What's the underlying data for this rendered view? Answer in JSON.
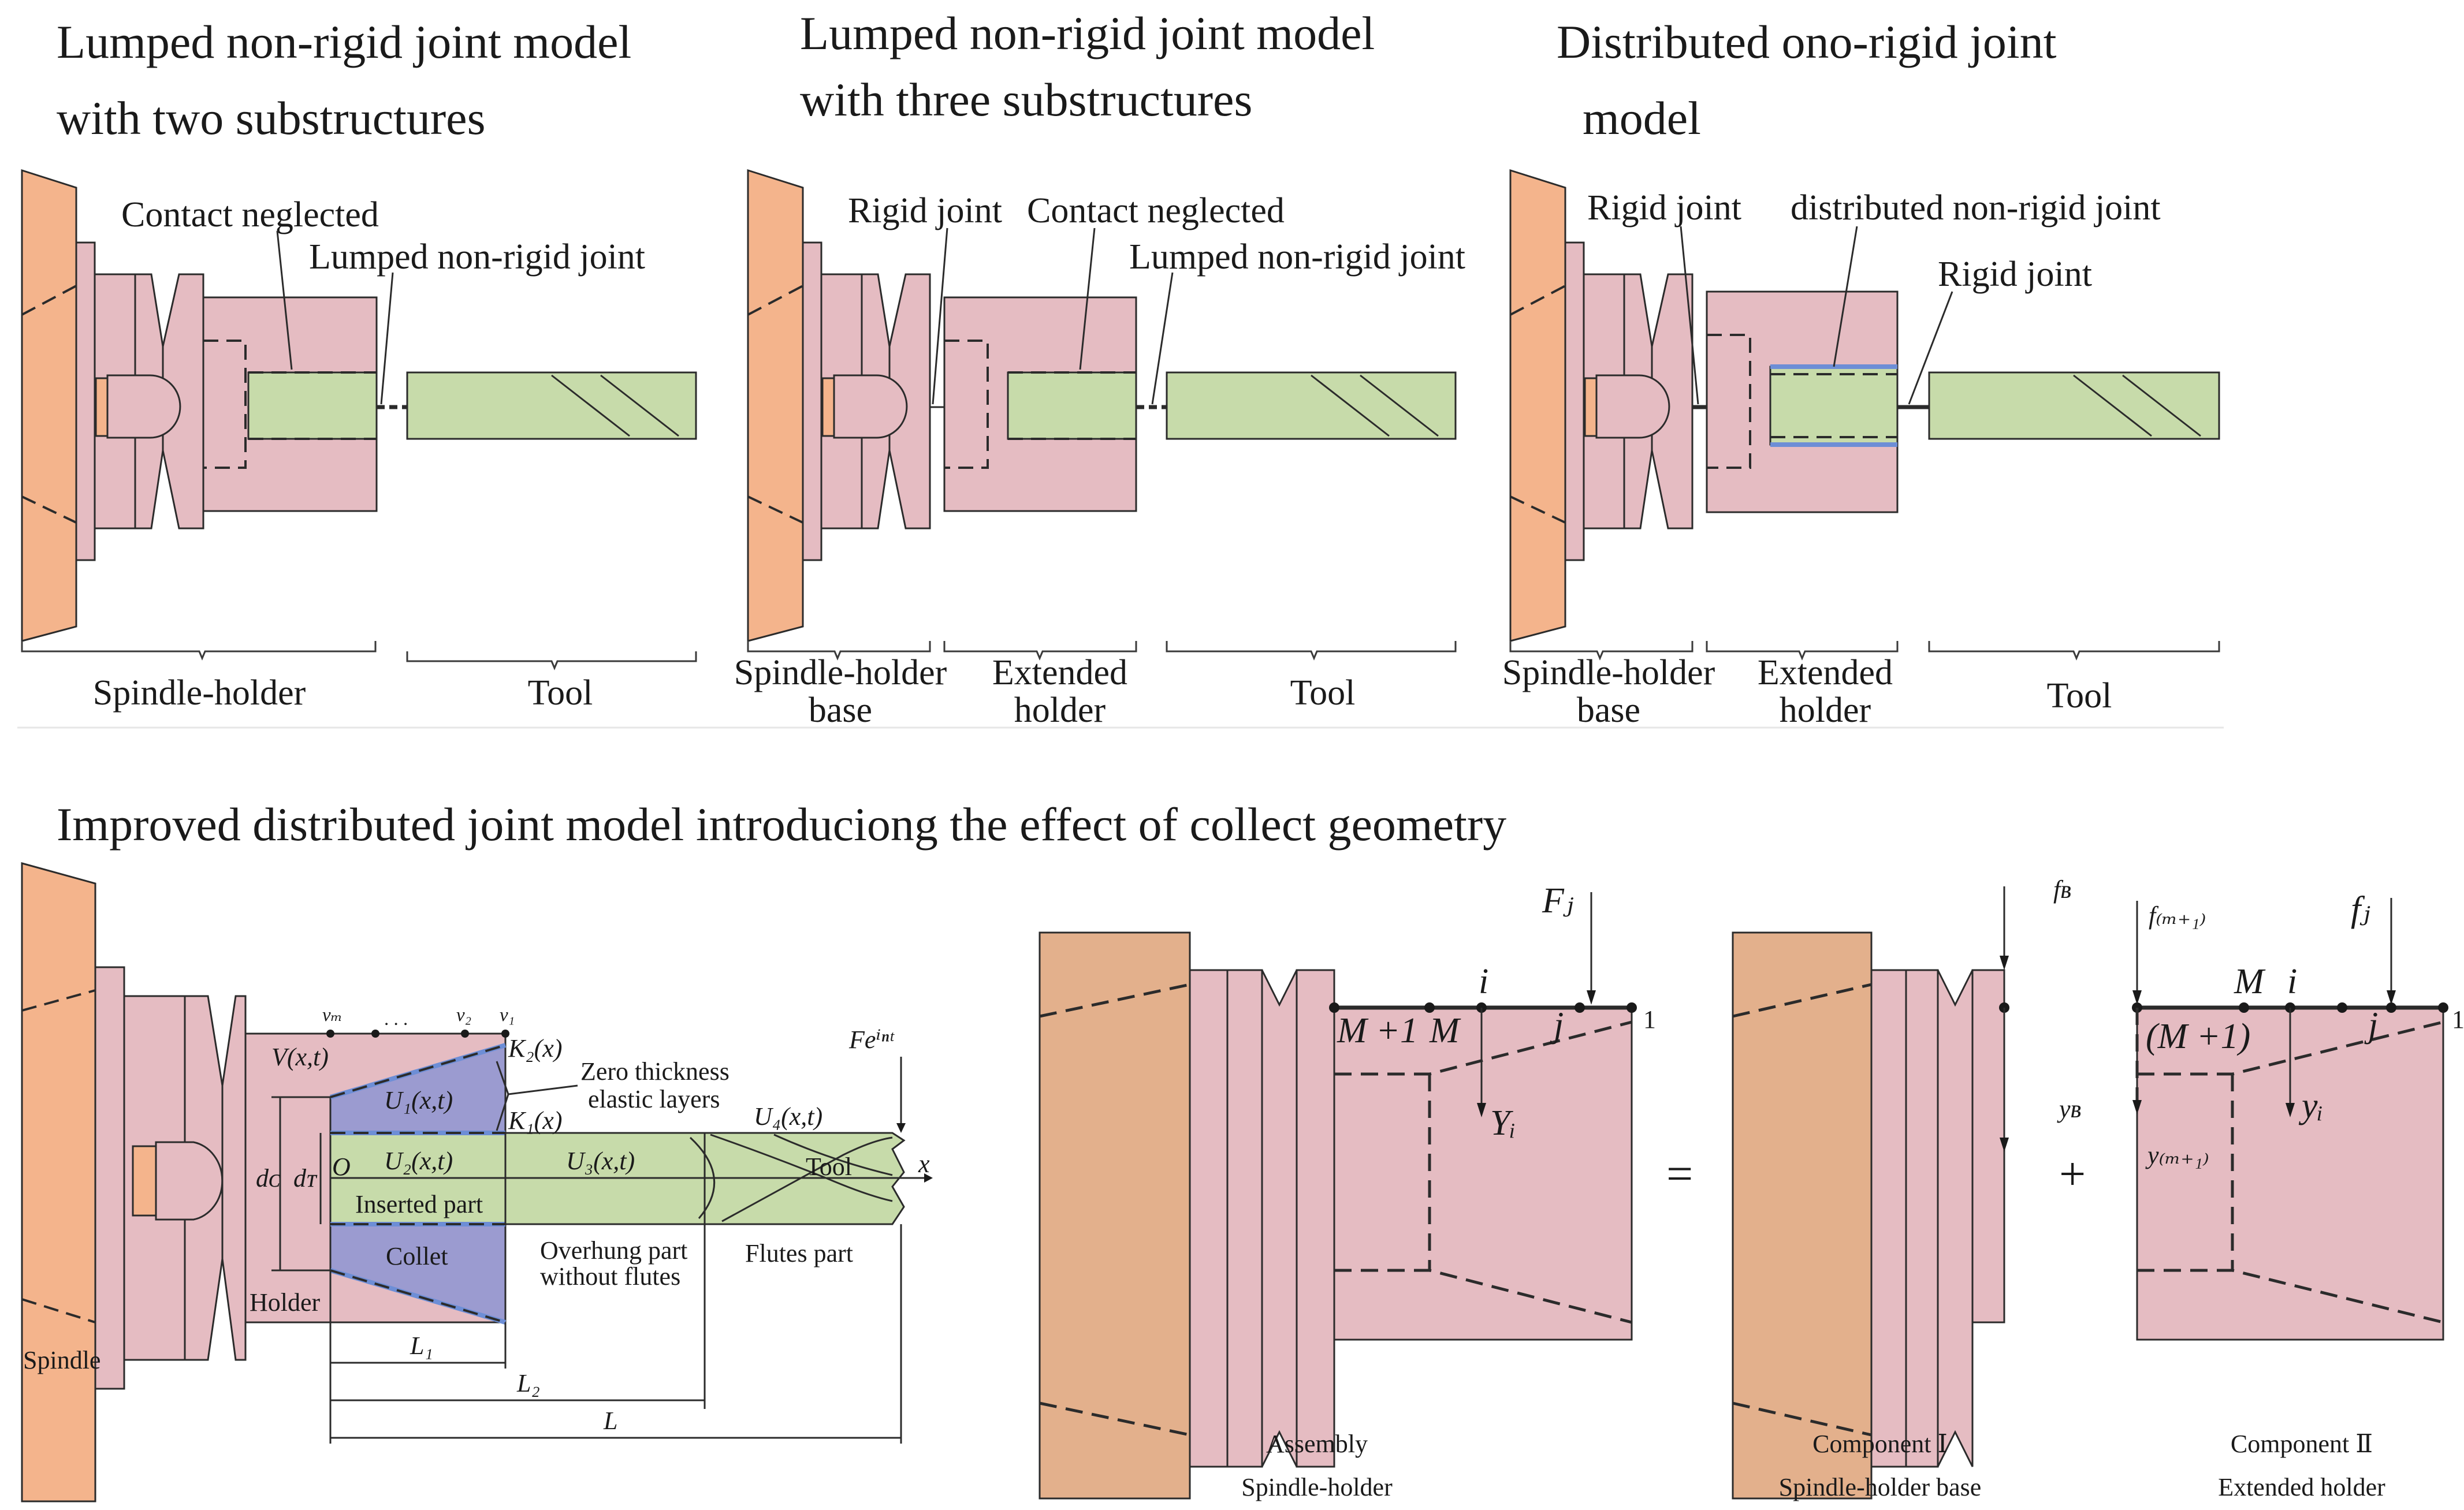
{
  "panels": [
    {
      "title_line1": "Lumped non-rigid joint model",
      "title_line2": "with two substructures",
      "callouts": [
        "Contact neglected",
        "Lumped non-rigid joint"
      ],
      "braces": [
        "Spindle-holder",
        "Tool"
      ]
    },
    {
      "title_line1": "Lumped non-rigid joint model",
      "title_line2": "with three substructures",
      "callouts": [
        "Rigid joint",
        "Contact neglected",
        "Lumped non-rigid joint"
      ],
      "braces": [
        {
          "line1": "Spindle-holder",
          "line2": "base"
        },
        {
          "line1": "Extended",
          "line2": "holder"
        },
        {
          "line1": "Tool",
          "line2": ""
        }
      ]
    },
    {
      "title_line1": "Distributed ono-rigid joint",
      "title_line2": "model",
      "callouts": [
        "Rigid joint",
        "distributed non-rigid joint",
        "Rigid joint"
      ],
      "braces": [
        {
          "line1": "Spindle-holder",
          "line2": "base"
        },
        {
          "line1": "Extended",
          "line2": "holder"
        },
        {
          "line1": "Tool",
          "line2": ""
        }
      ]
    }
  ],
  "bottom": {
    "title": "Improved distributed joint model introduciong the effect of collect geometry",
    "left_labels": {
      "spindle": "Spindle",
      "holder": "Holder",
      "collet": "Collet",
      "inserted": "Inserted part",
      "tool": "Tool",
      "overhung_1": "Overhung part",
      "overhung_2": "without flutes",
      "flutes": "Flutes part",
      "zero_1": "Zero thickness",
      "zero_2": "elastic layers",
      "V": "V(x,t)",
      "U1": "U₁(x,t)",
      "U2": "U₂(x,t)",
      "U3": "U₃(x,t)",
      "U4": "U₄(x,t)",
      "K1": "K₁(x)",
      "K2": "K₂(x)",
      "vM": "vₘ",
      "dots": ". . .",
      "v2": "v₂",
      "v1": "v₁",
      "O": "O",
      "x": "x",
      "dC": "dᴄ",
      "dT": "dᴛ",
      "Fe": "Feⁱⁿᵗ",
      "L1": "L₁",
      "L2": "L₂",
      "L": "L"
    },
    "assembly": {
      "caption1": "Assembly",
      "caption2": "Spindle-holder",
      "F": "Fⱼ",
      "M1": "M +1",
      "M": "M",
      "i": "i",
      "j": "j",
      "one": "1",
      "Y": "Yᵢ"
    },
    "equals": "=",
    "plus": "+",
    "component1": {
      "caption1": "Component Ⅰ",
      "caption2": "Spindle-holder base",
      "f": "fʙ",
      "y": "yʙ"
    },
    "component2": {
      "caption1": "Component Ⅱ",
      "caption2": "Extended holder",
      "f_left": "f₍ₘ₊₁₎",
      "f_right": "fⱼ",
      "M": "M",
      "i": "i",
      "j": "j",
      "one": "1",
      "M1": "(M +1)",
      "yleft": "y₍ₘ₊₁₎",
      "yi": "yᵢ"
    }
  }
}
